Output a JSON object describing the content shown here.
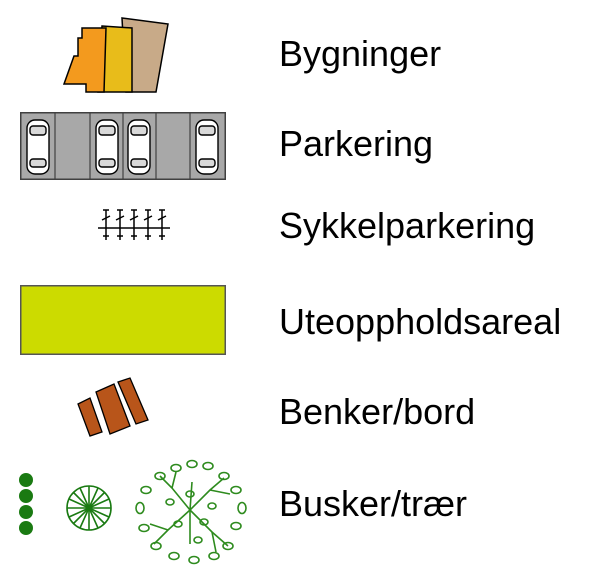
{
  "legend": {
    "items": [
      {
        "label": "Bygninger",
        "icon": "buildings-icon",
        "colors": [
          "#F39A1E",
          "#E8BC1A",
          "#C8AA88"
        ]
      },
      {
        "label": "Parkering",
        "icon": "parking-lot-icon",
        "colors": [
          "#A8A8A8",
          "#404040"
        ]
      },
      {
        "label": "Sykkelparkering",
        "icon": "bicycle-rack-icon",
        "colors": [
          "#000000"
        ]
      },
      {
        "label": "Uteoppholdsareal",
        "icon": "outdoor-area-icon",
        "colors": [
          "#CCDB00"
        ]
      },
      {
        "label": "Benker/bord",
        "icon": "benches-table-icon",
        "colors": [
          "#B8551A"
        ]
      },
      {
        "label": "Busker/trær",
        "icon": "shrubs-trees-icon",
        "colors": [
          "#2E8B1E",
          "#1A7A12"
        ]
      }
    ]
  }
}
